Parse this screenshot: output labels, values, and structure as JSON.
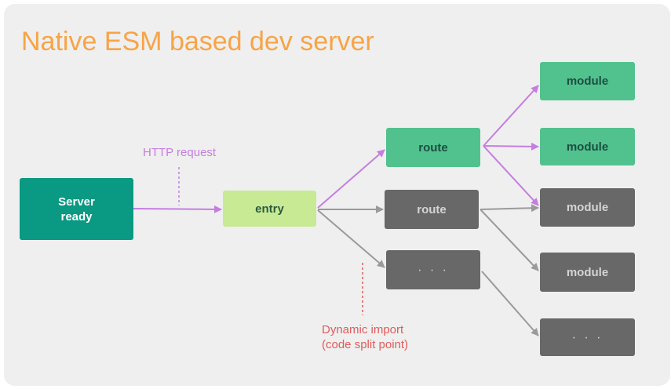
{
  "title": "Native ESM based dev server",
  "nodes": {
    "server": {
      "line1": "Server",
      "line2": "ready"
    },
    "entry": "entry",
    "route_active": "route",
    "route_inactive": "route",
    "more_mid": "· · ·",
    "module_1": "module",
    "module_2": "module",
    "module_3": "module",
    "module_4": "module",
    "more_right": "· · ·"
  },
  "labels": {
    "http_request": "HTTP request",
    "dynamic_import_line1": "Dynamic import",
    "dynamic_import_line2": "(code split point)"
  },
  "colors": {
    "title": "#f7a447",
    "request_path": "#c57ee0",
    "inactive_path": "#9a9a9a",
    "split_marker": "#e05b5b",
    "server_node": "#0a9982",
    "entry_node": "#c8ea94",
    "active_node": "#51c28d",
    "inactive_node": "#686868",
    "background": "#efefef"
  }
}
